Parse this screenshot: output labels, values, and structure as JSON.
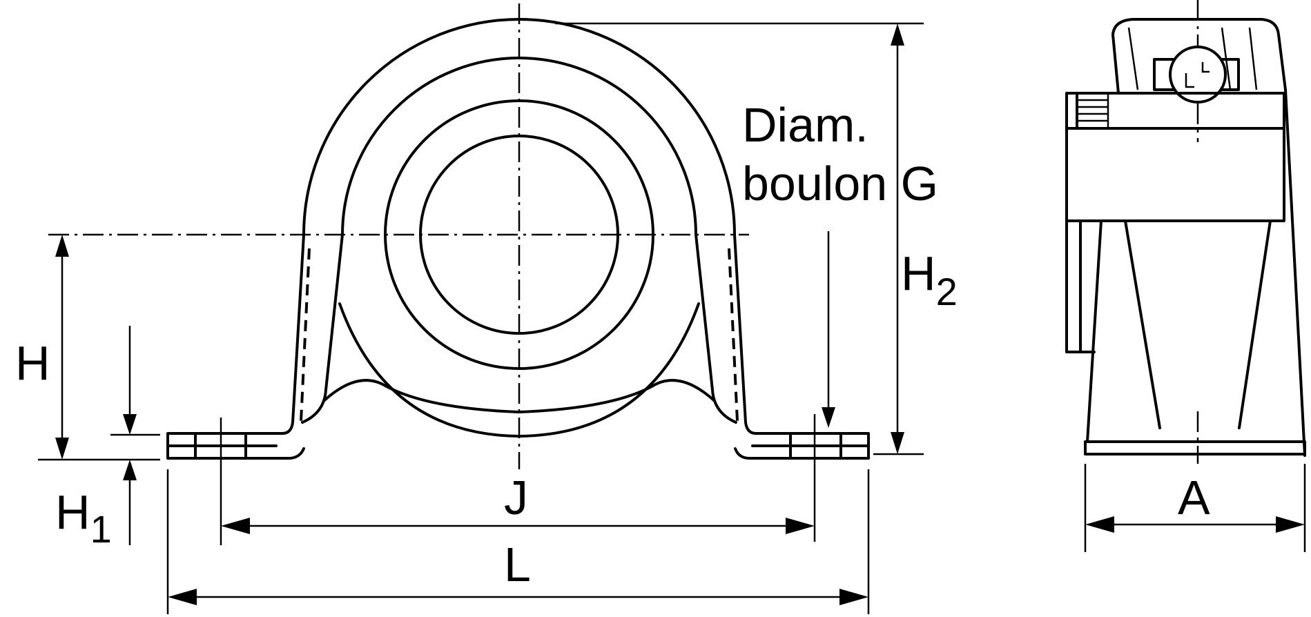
{
  "labels": {
    "bolt_line1": "Diam.",
    "bolt_line2": "boulon G",
    "H": "H",
    "H1_main": "H",
    "H1_sub": "1",
    "H2_main": "H",
    "H2_sub": "2",
    "J": "J",
    "L": "L",
    "A": "A"
  }
}
